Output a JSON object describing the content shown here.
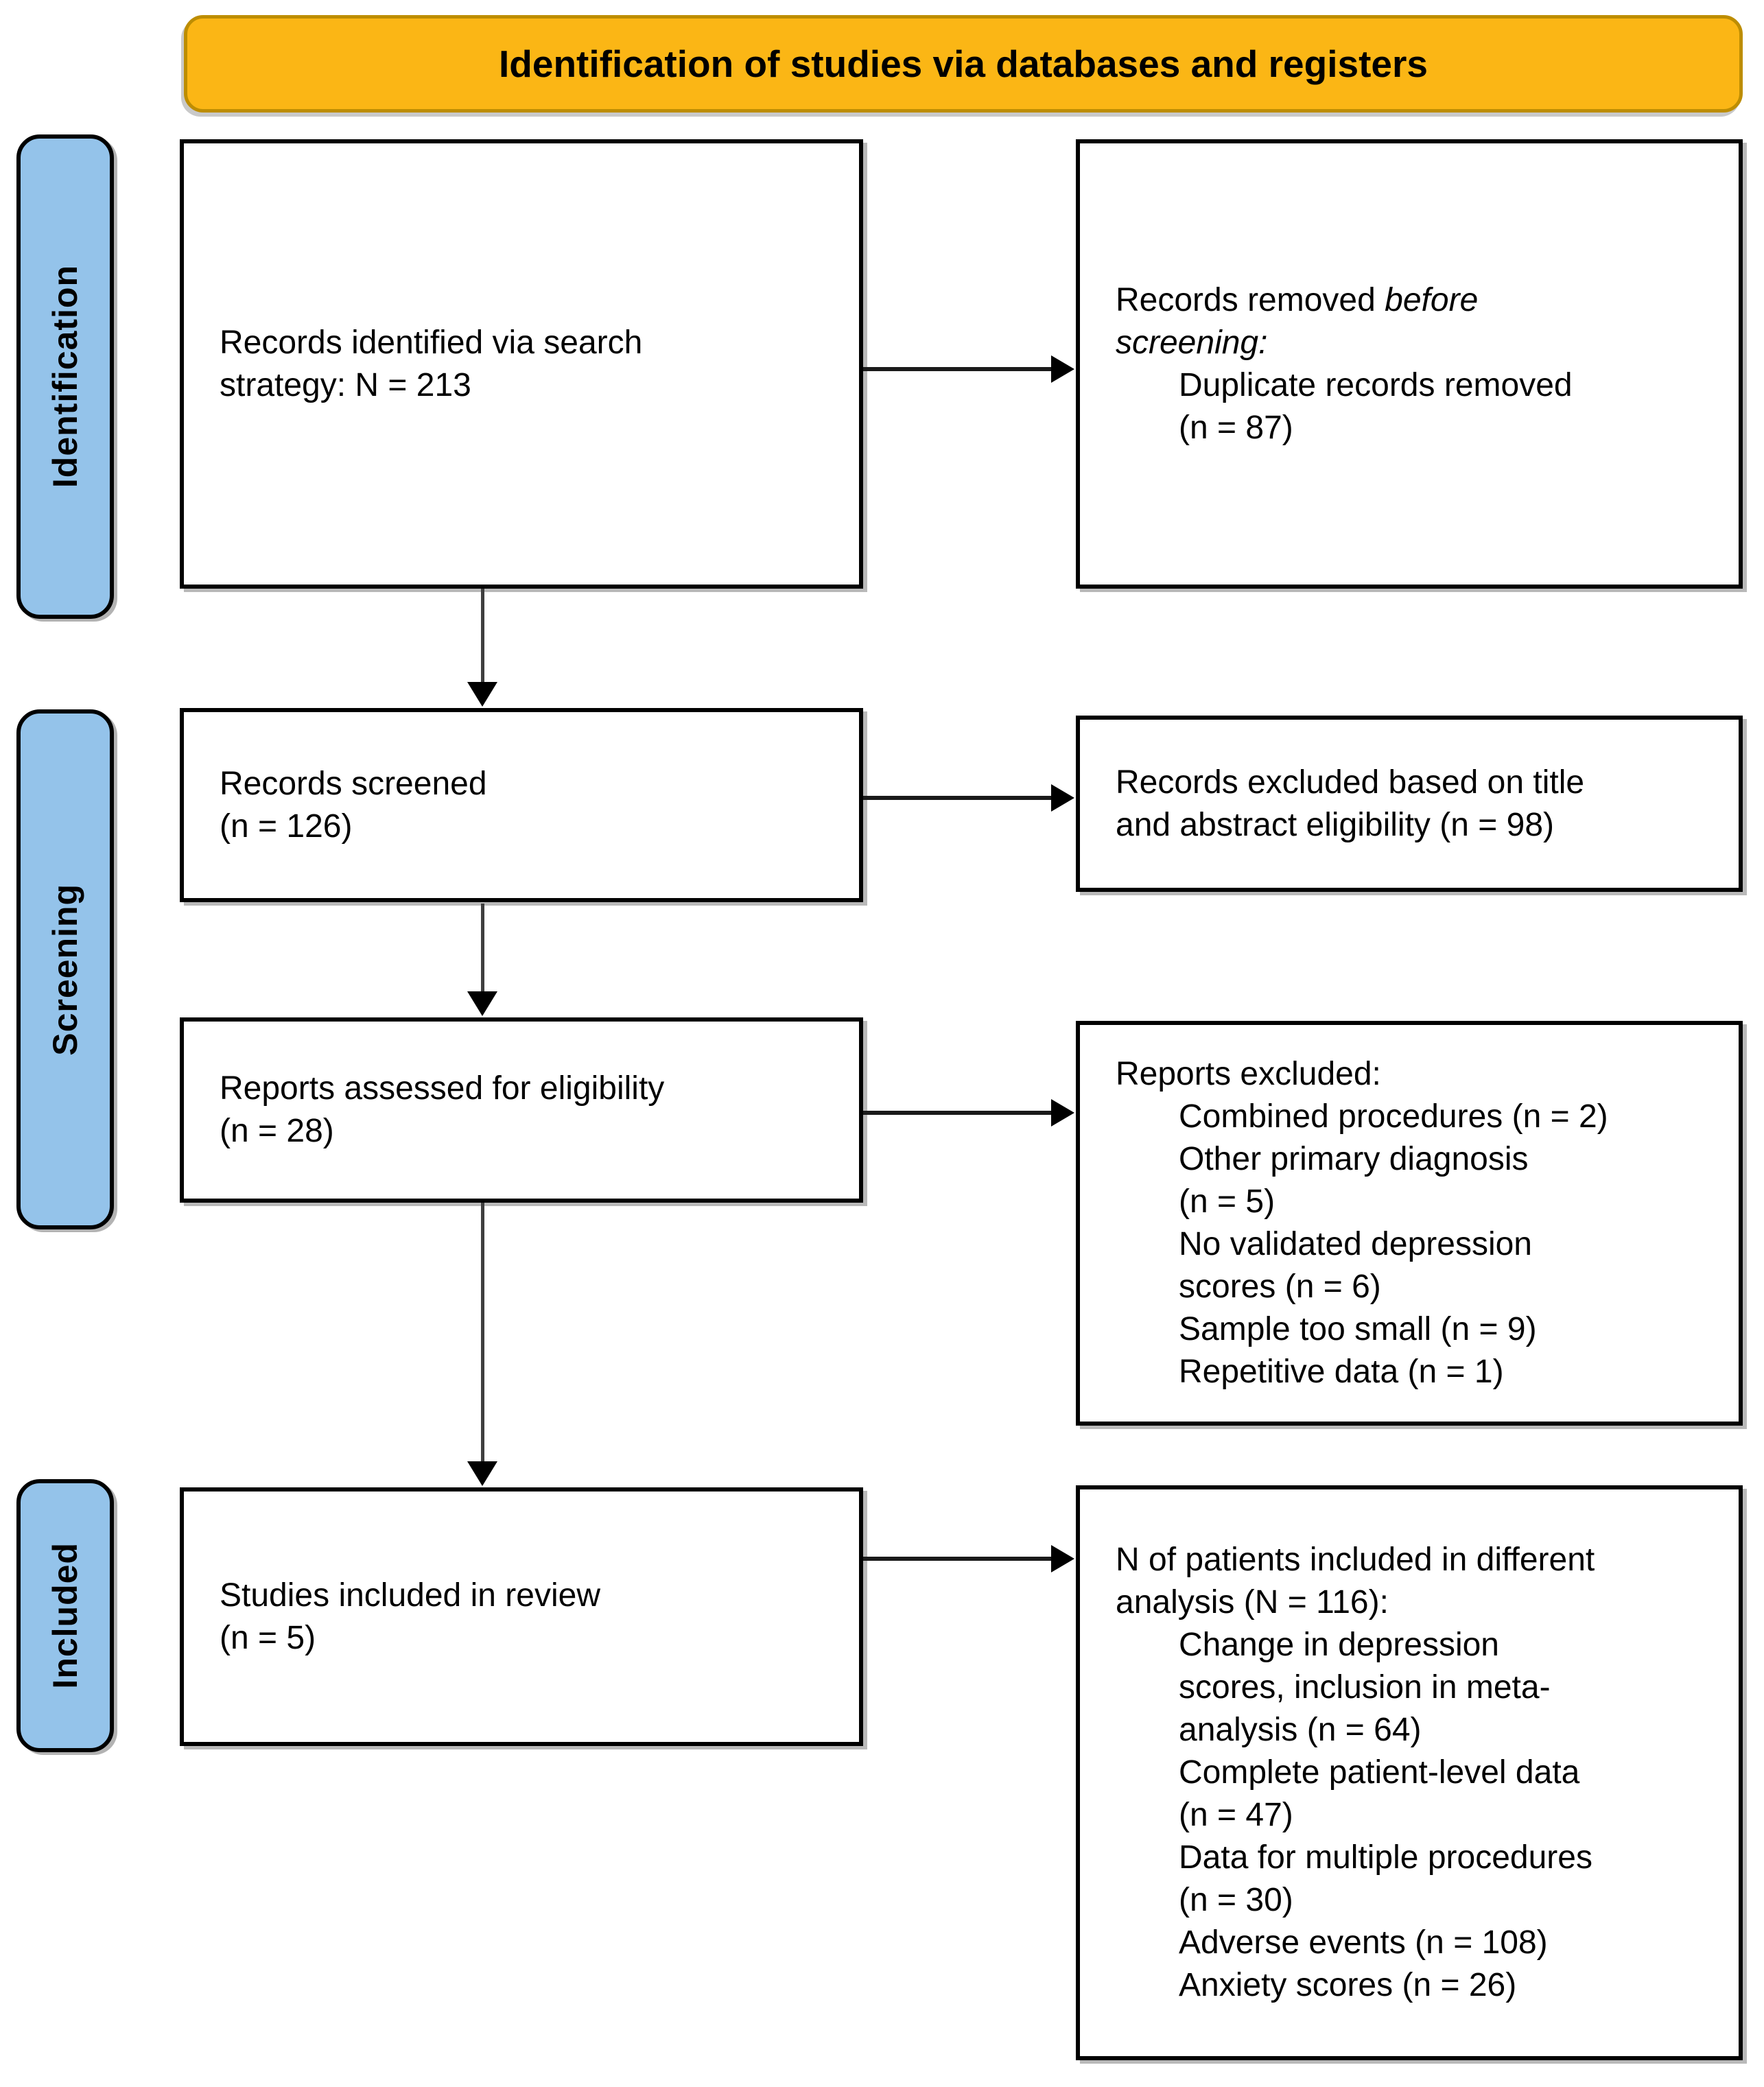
{
  "banner": {
    "title": "Identification of studies via databases and registers"
  },
  "sidebar": {
    "identification": "Identification",
    "screening": "Screening",
    "included": "Included"
  },
  "boxes": {
    "records_identified": {
      "text": "Records identified via search\nstrategy: N = 213"
    },
    "records_removed": {
      "normal1": "Records removed ",
      "italic1": "before",
      "italic2": "screening:",
      "item": "Duplicate records removed\n(n = 87)"
    },
    "records_screened": {
      "text": "Records screened\n(n = 126)"
    },
    "records_excluded": {
      "text": "Records excluded based on title\nand abstract eligibility (n = 98)"
    },
    "reports_assessed": {
      "text": "Reports assessed for eligibility\n(n = 28)"
    },
    "reports_excluded": {
      "heading": "Reports excluded:",
      "items": [
        "Combined procedures (n = 2)",
        "Other primary diagnosis\n(n = 5)",
        "No validated depression\nscores (n = 6)",
        "Sample too small (n = 9)",
        "Repetitive data (n = 1)"
      ]
    },
    "studies_included": {
      "text": "Studies included in review\n(n = 5)"
    },
    "patients_analysis": {
      "heading": "N of patients included in different\nanalysis (N = 116):",
      "items": [
        "Change in depression\nscores, inclusion in meta-\nanalysis (n = 64)",
        "Complete patient-level data\n(n = 47)",
        "Data for multiple procedures\n(n = 30)",
        "Adverse events (n = 108)",
        "Anxiety scores (n = 26)"
      ]
    }
  },
  "colors": {
    "banner_fill": "#FBB615",
    "banner_border": "#BD8D02",
    "sidebar_fill": "#94C3EA"
  }
}
